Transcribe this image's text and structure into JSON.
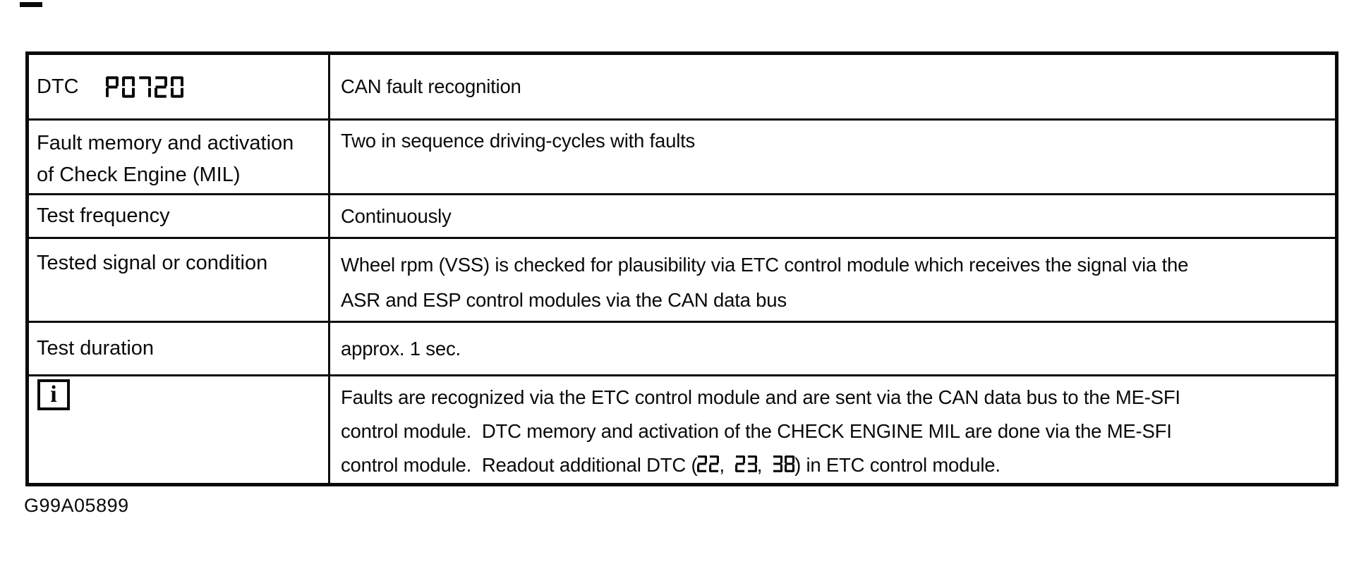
{
  "colors": {
    "ink": "#0a0a0a",
    "paper": "#ffffff"
  },
  "table": {
    "rows": [
      {
        "label_prefix": "DTC",
        "label_code_lcd": "P0720",
        "value": "CAN fault recognition"
      },
      {
        "label": "Fault memory and activation\nof Check Engine (MIL)",
        "value": "Two in sequence driving-cycles with faults"
      },
      {
        "label": "Test frequency",
        "value": "Continuously"
      },
      {
        "label": "Tested signal or condition",
        "value": "Wheel rpm (VSS) is checked for plausibility via ETC control module which receives the signal via the\nASR and ESP control modules via the CAN data bus"
      },
      {
        "label": "Test duration",
        "value": "approx. 1 sec."
      },
      {
        "label_icon": "info-icon",
        "icon_glyph": "i",
        "value_segments": [
          {
            "type": "text",
            "text": "Faults are recognized via the ETC control module and are sent via the CAN data bus to the ME-SFI\ncontrol module.  DTC memory and activation of the CHECK ENGINE MIL are done via the ME-SFI\ncontrol module.  Readout additional DTC ("
          },
          {
            "type": "lcd",
            "text": "22"
          },
          {
            "type": "text",
            "text": ",  "
          },
          {
            "type": "lcd",
            "text": "23"
          },
          {
            "type": "text",
            "text": ",  "
          },
          {
            "type": "lcd",
            "text": "38"
          },
          {
            "type": "text",
            "text": ") in ETC control module."
          }
        ]
      }
    ]
  },
  "footer": {
    "figure_id": "G99A05899"
  }
}
